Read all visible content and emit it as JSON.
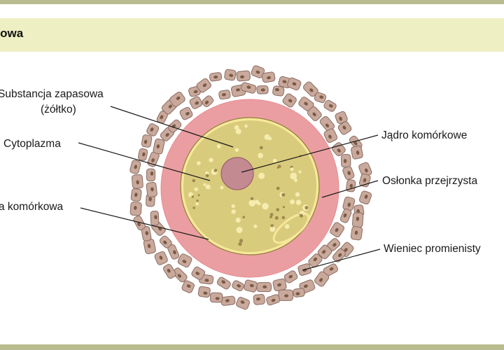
{
  "header": {
    "title": "ajowa"
  },
  "labels": {
    "substance_line1": "Substancja zapasowa",
    "substance_line2": "(żółtko)",
    "cytoplasm": "Cytoplazma",
    "membrane": "a komórkowa",
    "nucleus": "Jądro komórkowe",
    "zona": "Osłonka przejrzysta",
    "corona": "Wieniec promienisty"
  },
  "colors": {
    "header_band": "#eef0c4",
    "border_bar": "#b9bc8e",
    "corona_cell": "#c9a99c",
    "corona_cell_edge": "#8a6d63",
    "corona_nucleus": "#7a5a44",
    "zona_pellucida": "#eb9ea1",
    "cytoplasm": "#d9cb7c",
    "cell_membrane": "#f7e79a",
    "yolk_granule": "#f5ecae",
    "nucleus": "#c48a92",
    "leader_line": "#1a1a1a"
  }
}
